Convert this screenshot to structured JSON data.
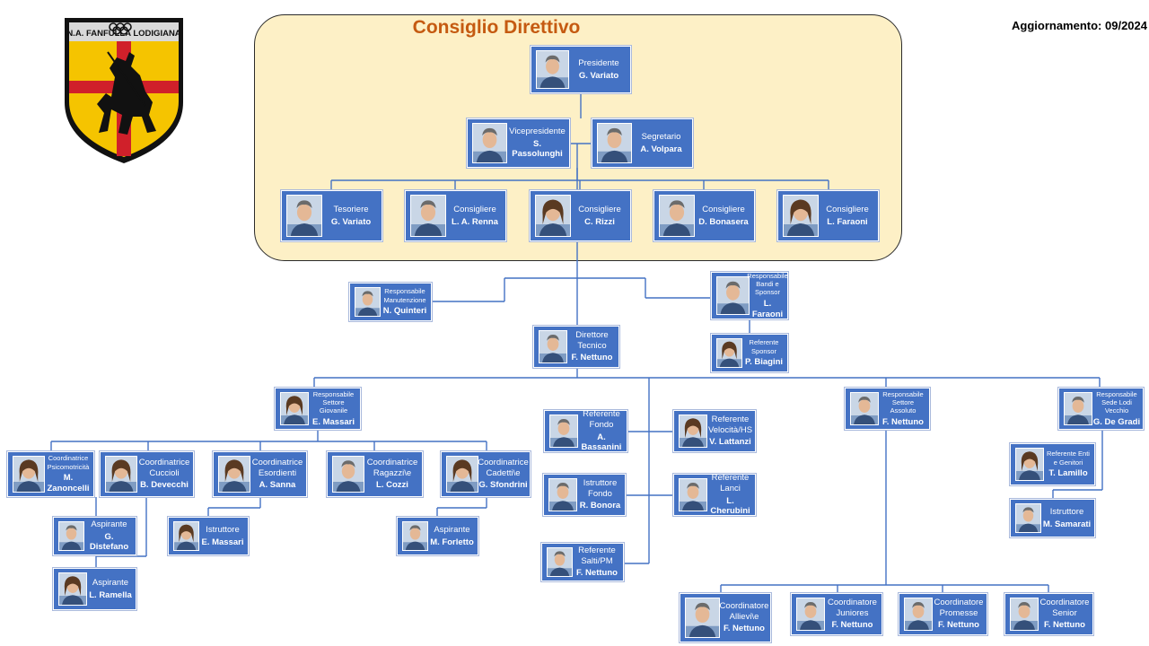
{
  "header": {
    "update_label": "Aggiornamento: 09/2024",
    "council_title": "Consiglio Direttivo"
  },
  "logo": {
    "text": "N.A. FANFULLA LODIGIANA",
    "colors": {
      "yellow": "#f5c400",
      "red": "#d0202a",
      "black": "#111111"
    }
  },
  "colors": {
    "box": "#4472c4",
    "council_bg": "#fdf0c6",
    "title": "#c55a11",
    "line": "#4472c4"
  },
  "nodes": {
    "presidente": {
      "role": "Presidente",
      "name": "G. Variato"
    },
    "vicepresidente": {
      "role": "Vicepresidente",
      "name": "S. Passolunghi"
    },
    "segretario": {
      "role": "Segretario",
      "name": "A. Volpara"
    },
    "tesoriere": {
      "role": "Tesoriere",
      "name": "G. Variato"
    },
    "consigliere1": {
      "role": "Consigliere",
      "name": "L. A. Renna"
    },
    "consigliere2": {
      "role": "Consigliere",
      "name": "C. Rizzi"
    },
    "consigliere3": {
      "role": "Consigliere",
      "name": "D. Bonasera"
    },
    "consigliere4": {
      "role": "Consigliere",
      "name": "L. Faraoni"
    },
    "manutenzione": {
      "role": "Responsabile Manutenzione",
      "name": "N. Quinteri"
    },
    "bandi": {
      "role": "Responsabile Bandi e Sponsor",
      "name": "L. Faraoni"
    },
    "ref_sponsor": {
      "role": "Referente Sponsor",
      "name": "P. Biagini"
    },
    "direttore": {
      "role": "Direttore Tecnico",
      "name": "F. Nettuno"
    },
    "giovanile": {
      "role": "Responsabile Settore Giovanile",
      "name": "E. Massari"
    },
    "psicomotricita": {
      "role": "Coordinatrice Psicomotricità",
      "name": "M. Zanoncelli"
    },
    "cuccioli": {
      "role": "Coordinatrice Cuccioli",
      "name": "B. Devecchi"
    },
    "esordienti": {
      "role": "Coordinatrice Esordienti",
      "name": "A. Sanna"
    },
    "ragazzi": {
      "role": "Coordinatrice Ragazzi\\e",
      "name": "L. Cozzi"
    },
    "cadetti": {
      "role": "Coordinatrice Cadetti\\e",
      "name": "G. Sfondrini"
    },
    "asp_distefano": {
      "role": "Aspirante",
      "name": "G. Distefano"
    },
    "asp_ramella": {
      "role": "Aspirante",
      "name": "L. Ramella"
    },
    "istr_massari": {
      "role": "Istruttore",
      "name": "E. Massari"
    },
    "asp_forletto": {
      "role": "Aspirante",
      "name": "M. Forletto"
    },
    "ref_fondo": {
      "role": "Referente Fondo",
      "name": "A. Bassanini"
    },
    "ref_velocita": {
      "role": "Referente Velocità/HS",
      "name": "V. Lattanzi"
    },
    "istr_fondo": {
      "role": "Istruttore Fondo",
      "name": "R. Bonora"
    },
    "ref_lanci": {
      "role": "Referente Lanci",
      "name": "L. Cherubini"
    },
    "ref_salti": {
      "role": "Referente Salti/PM",
      "name": "F. Nettuno"
    },
    "assoluto": {
      "role": "Responsabile Settore Assoluto",
      "name": "F. Nettuno"
    },
    "lodi_vecchio": {
      "role": "Responsabile Sede Lodi Vecchio",
      "name": "G. De Gradi"
    },
    "ref_enti": {
      "role": "Referente Enti e Genitori",
      "name": "T. Lamillo"
    },
    "istr_samarati": {
      "role": "Istruttore",
      "name": "M. Samarati"
    },
    "coord_allievi": {
      "role": "Coordinatore Allievi\\e",
      "name": "F. Nettuno"
    },
    "coord_juniores": {
      "role": "Coordinatore Juniores",
      "name": "F. Nettuno"
    },
    "coord_promesse": {
      "role": "Coordinatore Promesse",
      "name": "F. Nettuno"
    },
    "coord_senior": {
      "role": "Coordinatore Senior",
      "name": "F. Nettuno"
    }
  }
}
